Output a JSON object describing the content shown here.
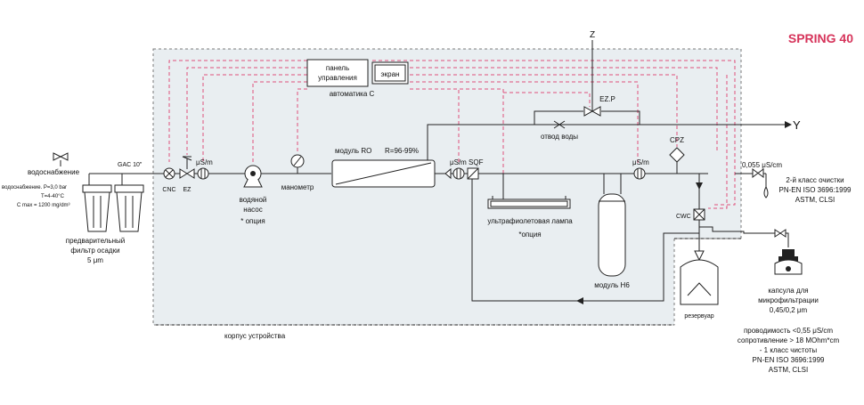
{
  "title": "SPRING 40",
  "colors": {
    "brand": "#d6335a",
    "control_line": "#e0507a",
    "housing_fill": "#e9eef1",
    "line": "#222222"
  },
  "labels": {
    "water_supply": "водоснабжение",
    "supply_spec_1": "водоснабжение. P=3,0 bar",
    "supply_spec_2": "T=4-40°C",
    "supply_spec_3": "C max = 1200 mg/dm³",
    "gac": "GAC 10\"",
    "prefilter_1": "предварительный",
    "prefilter_2": "фильтр осадки",
    "prefilter_3": "5 μm",
    "cnc": "CNC",
    "ez": "EZ",
    "us_m_1": "μS/m",
    "pump_1": "водяной",
    "pump_2": "насос",
    "pump_3": "* опция",
    "manometer": "манометр",
    "ro_module": "модуль RO",
    "ro_ratio": "R=96-99%",
    "panel_1": "панель",
    "panel_2": "управления",
    "screen": "экран",
    "automation": "автоматика C",
    "z_top": "Z",
    "ezp": "EZ.P",
    "drain": "отвод воды",
    "y_out": "Y",
    "us_m_sqf": "μS/m SQF",
    "uv_lamp": "ультрафиолетовая лампа",
    "uv_option": "*опция",
    "us_m_3": "μS/m",
    "cpz": "CPZ",
    "cwc": "CWC",
    "h6_module": "модуль H6",
    "reservoir": "резервуар",
    "housing": "корпус устройства",
    "cond_2": "0,055 μS/cm",
    "class2_1": "2-й класс очистки",
    "class2_2": "PN-EN ISO 3696:1999",
    "class2_3": "ASTM, CLSI",
    "capsule_1": "капсула для",
    "capsule_2": "микрофильтрации",
    "capsule_3": "0,45/0,2 μm",
    "class1_1": "проводимость <0,55 μS/cm",
    "class1_2": "сопротивление > 18 MOhm*cm",
    "class1_3": "- 1 класс чистоты",
    "class1_4": "PN-EN ISO 3696:1999",
    "class1_5": "ASTM, CLSI"
  },
  "icons": [
    "valve-icon",
    "filter-cartridge-icon",
    "cnc-valve-icon",
    "solenoid-valve-icon",
    "conductivity-sensor-icon",
    "pump-icon",
    "manometer-icon",
    "ro-membrane-icon",
    "uv-lamp-icon",
    "h6-module-icon",
    "cpz-filter-icon",
    "cwc-valve-icon",
    "reservoir-icon",
    "capsule-filter-icon",
    "arrow-icon"
  ]
}
